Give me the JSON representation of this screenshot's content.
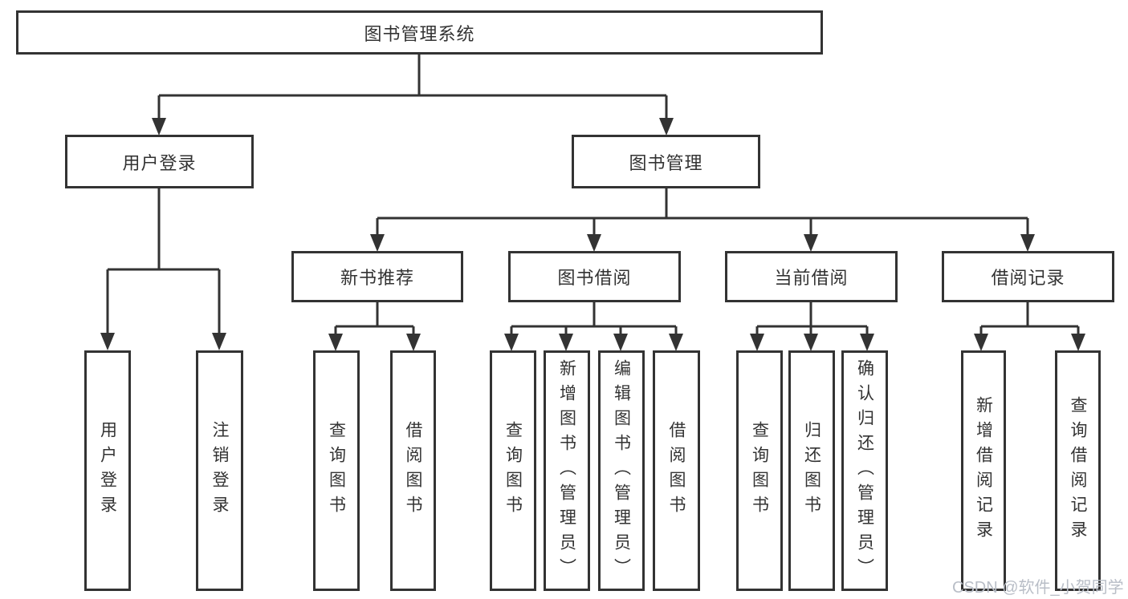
{
  "diagram": {
    "root": {
      "label": "图书管理系统"
    },
    "branches": [
      {
        "label": "用户登录",
        "children": [
          {
            "label": "用户登录"
          },
          {
            "label": "注销登录"
          }
        ]
      },
      {
        "label": "图书管理",
        "children": [
          {
            "label": "新书推荐",
            "children": [
              {
                "label": "查询图书"
              },
              {
                "label": "借阅图书"
              }
            ]
          },
          {
            "label": "图书借阅",
            "children": [
              {
                "label": "查询图书"
              },
              {
                "label": "新增图书（管理员）"
              },
              {
                "label": "编辑图书（管理员）"
              },
              {
                "label": "借阅图书"
              }
            ]
          },
          {
            "label": "当前借阅",
            "children": [
              {
                "label": "查询图书"
              },
              {
                "label": "归还图书"
              },
              {
                "label": "确认归还（管理员）"
              }
            ]
          },
          {
            "label": "借阅记录",
            "children": [
              {
                "label": "新增借阅记录"
              },
              {
                "label": "查询借阅记录"
              }
            ]
          }
        ]
      }
    ]
  },
  "watermark": {
    "text": "CSDN @软件_小贺同学",
    "color": "#b9bec7"
  },
  "colors": {
    "line": "#333333",
    "text": "#333333",
    "background": "#ffffff"
  }
}
